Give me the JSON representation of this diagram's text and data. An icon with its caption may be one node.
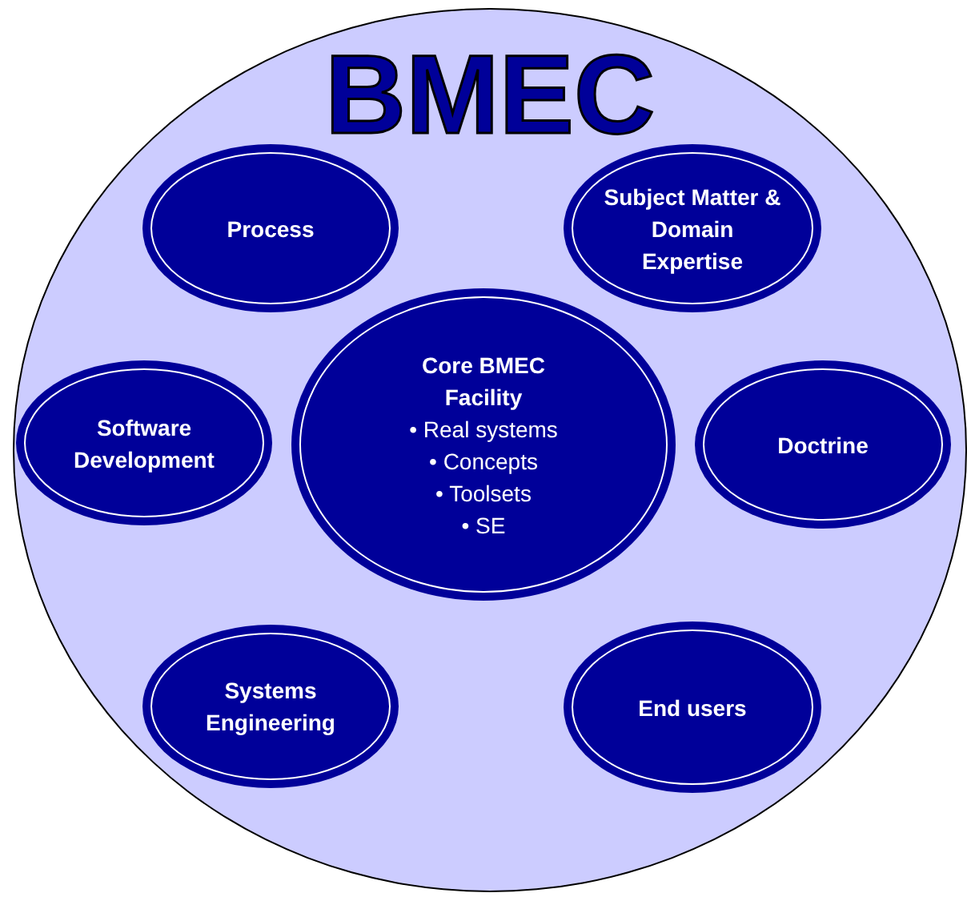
{
  "diagram": {
    "nodes": [
      {
        "text": [
          "BMEC"
        ]
      },
      {
        "text": [
          "Process"
        ],
        "in": 0
      },
      {
        "text": [
          "Subject Matter & Domain Expertise"
        ],
        "in": 0
      },
      {
        "text": [
          "Software Development"
        ],
        "in": 0
      },
      {
        "text": [
          "Core BMEC Facility",
          "• Real systems",
          "• Concepts",
          "• Toolsets",
          "• SE"
        ],
        "in": 0
      },
      {
        "text": [
          "Doctrine"
        ],
        "in": 0
      },
      {
        "text": [
          "Systems Engineering"
        ],
        "in": 0
      },
      {
        "text": [
          "End users"
        ],
        "in": 0
      }
    ]
  }
}
